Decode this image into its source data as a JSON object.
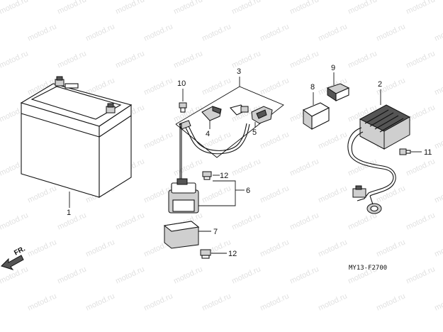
{
  "diagram": {
    "callouts": {
      "c1": "1",
      "c2": "2",
      "c3": "3",
      "c4": "4",
      "c5": "5",
      "c6": "6",
      "c7": "7",
      "c8": "8",
      "c9": "9",
      "c10": "10",
      "c11": "11",
      "c12a": "12",
      "c12b": "12"
    },
    "direction_label": "FR.",
    "figure_code": "MY13-F2700",
    "watermark_text": "motod.ru"
  }
}
